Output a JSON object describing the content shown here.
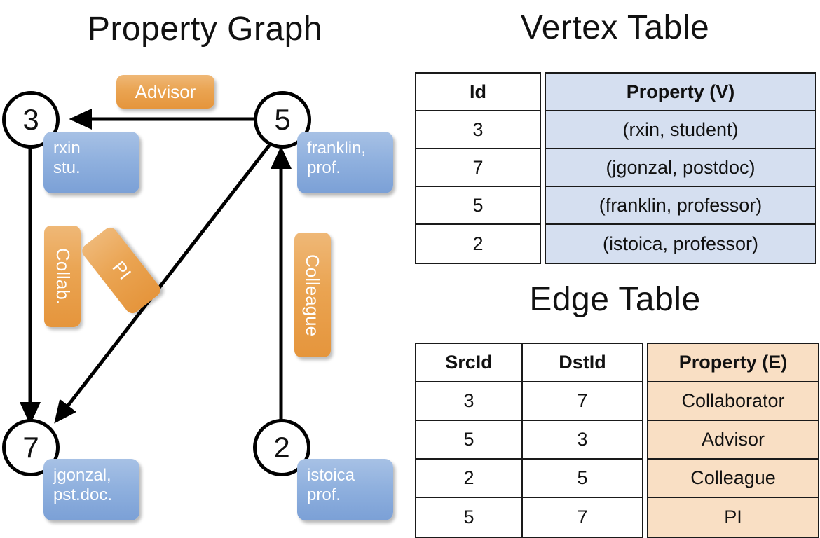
{
  "titles": {
    "property_graph": "Property Graph",
    "vertex_table": "Vertex Table",
    "edge_table": "Edge Table"
  },
  "graph": {
    "vertices": [
      {
        "id": "3",
        "property": {
          "line1": "rxin",
          "line2": "stu."
        }
      },
      {
        "id": "5",
        "property": {
          "line1": "franklin,",
          "line2": "prof."
        }
      },
      {
        "id": "7",
        "property": {
          "line1": "jgonzal,",
          "line2": "pst.doc."
        }
      },
      {
        "id": "2",
        "property": {
          "line1": "istoica",
          "line2": "prof."
        }
      }
    ],
    "edge_labels": {
      "advisor": "Advisor",
      "collab": "Collab.",
      "pi": "PI",
      "colleague": "Colleague"
    }
  },
  "vertex_table": {
    "headers": [
      "Id",
      "Property (V)"
    ],
    "rows": [
      {
        "id": "3",
        "property": "(rxin, student)"
      },
      {
        "id": "7",
        "property": "(jgonzal, postdoc)"
      },
      {
        "id": "5",
        "property": "(franklin, professor)"
      },
      {
        "id": "2",
        "property": "(istoica, professor)"
      }
    ]
  },
  "edge_table": {
    "headers": [
      "SrcId",
      "DstId",
      "Property (E)"
    ],
    "rows": [
      {
        "src": "3",
        "dst": "7",
        "property": "Collaborator"
      },
      {
        "src": "5",
        "dst": "3",
        "property": "Advisor"
      },
      {
        "src": "2",
        "dst": "5",
        "property": "Colleague"
      },
      {
        "src": "5",
        "dst": "7",
        "property": "PI"
      }
    ]
  },
  "colors": {
    "vertex_property_fill": "#d5dff0",
    "edge_property_fill": "#f9dfc4",
    "node_box_blue": "#8fb0de",
    "edge_label_orange": "#eaa452",
    "stroke": "#1a1a1a"
  }
}
